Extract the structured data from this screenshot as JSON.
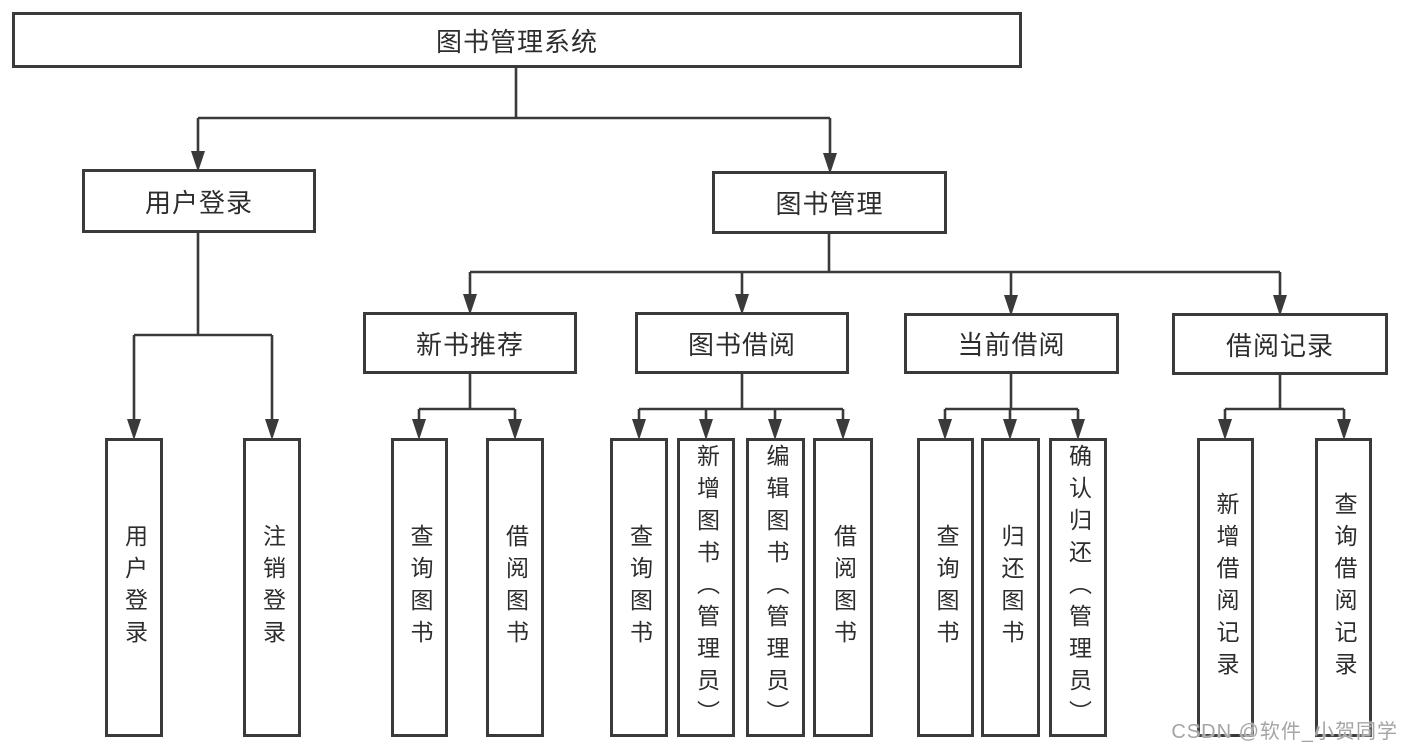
{
  "tree": {
    "label": "图书管理系统",
    "children": [
      {
        "label": "用户登录",
        "children": [
          {
            "label": "用户登录"
          },
          {
            "label": "注销登录"
          }
        ]
      },
      {
        "label": "图书管理",
        "children": [
          {
            "label": "新书推荐",
            "children": [
              {
                "label": "查询图书"
              },
              {
                "label": "借阅图书"
              }
            ]
          },
          {
            "label": "图书借阅",
            "children": [
              {
                "label": "查询图书"
              },
              {
                "label": "新增图书（管理员）"
              },
              {
                "label": "编辑图书（管理员）"
              },
              {
                "label": "借阅图书"
              }
            ]
          },
          {
            "label": "当前借阅",
            "children": [
              {
                "label": "查询图书"
              },
              {
                "label": "归还图书"
              },
              {
                "label": "确认归还（管理员）"
              }
            ]
          },
          {
            "label": "借阅记录",
            "children": [
              {
                "label": "新增借阅记录"
              },
              {
                "label": "查询借阅记录"
              }
            ]
          }
        ]
      }
    ]
  },
  "watermark": {
    "text": "CSDN @软件_小贺同学"
  },
  "colors": {
    "line": "#3a3a3a",
    "box_border": "#3a3a3a",
    "box_fill": "#ffffff",
    "text": "#2d2d2d",
    "watermark": "#a5a5a5",
    "background": "#ffffff"
  }
}
